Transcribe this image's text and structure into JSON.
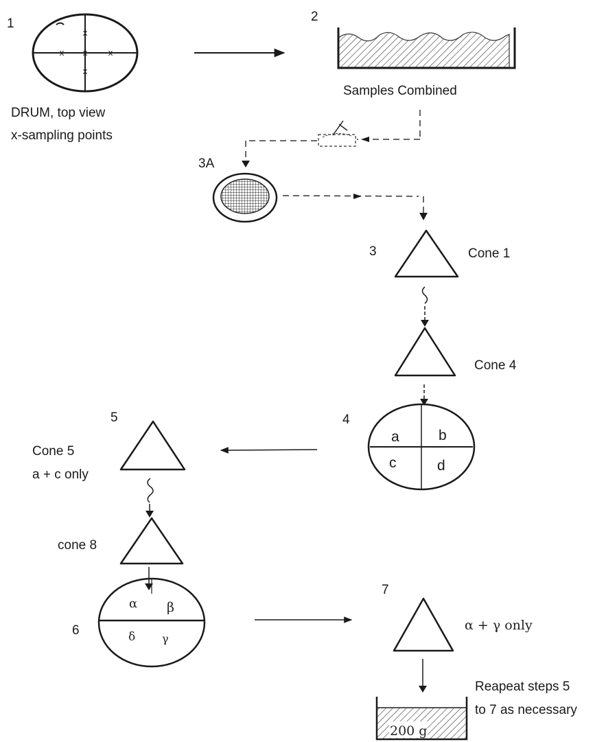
{
  "steps": {
    "s1": "1",
    "s2": "2",
    "s3a": "3A",
    "s3": "3",
    "s4": "4",
    "s5": "5",
    "s6": "6",
    "s7": "7"
  },
  "drum": {
    "line1": "DRUM, top view",
    "line2": "x-sampling points"
  },
  "combined": "Samples Combined",
  "cones": {
    "cone1": "Cone 1",
    "cone4": "Cone 4",
    "cone5_line1": "Cone 5",
    "cone5_line2": "a + c only",
    "cone8": "cone 8",
    "cone7_note": "α + γ only"
  },
  "quarters1": {
    "a": "a",
    "b": "b",
    "c": "c",
    "d": "d"
  },
  "quarters2": {
    "alpha": "α",
    "beta": "β",
    "delta": "δ",
    "gamma": "γ"
  },
  "repeat": {
    "line1": "Reapeat steps 5",
    "line2": "to 7 as necessary"
  },
  "final_sample": "200 g"
}
